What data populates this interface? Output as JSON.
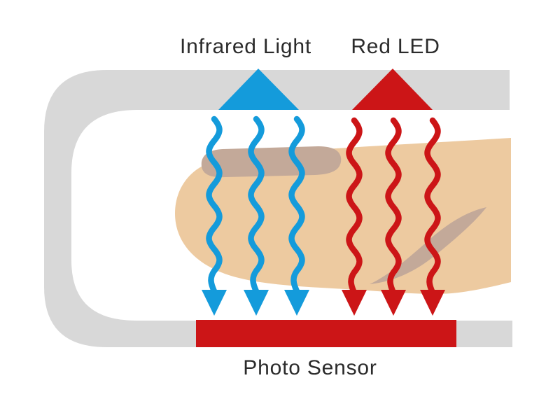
{
  "labels": {
    "infrared_light": "Infrared Light",
    "red_led": "Red LED",
    "photo_sensor": "Photo Sensor"
  },
  "colors": {
    "housing": "#d8d8d8",
    "infrared": "#149bdb",
    "red": "#cc1517",
    "skin": "#edcaa0",
    "skin-shadow": "#c3a999",
    "text": "#2b2b2b",
    "background": "#ffffff"
  },
  "figure": {
    "type": "diagram",
    "infrared_ray_count": 3,
    "red_ray_count": 3
  }
}
